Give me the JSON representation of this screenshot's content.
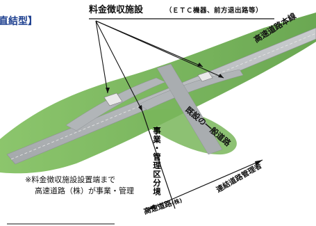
{
  "labels": {
    "heading": "直結型】",
    "title": "料金徴収施設",
    "title_note": "（ＥＴＣ機器、前方退出路等）",
    "mainline": "高速道路本線",
    "local_road": "既設の一般道路",
    "boundary": "事業・管理区分境",
    "note_line1": "※料金徴収施設設置端まで",
    "note_line2": "高速道路（株）が事業・管理",
    "operator_left": "高速道路",
    "operator_left_suffix": "(株)",
    "operator_right": "連結道路管理者"
  },
  "colors": {
    "heading": "#1d3f8f",
    "vegetation": "#6aa84f",
    "road": "#b9bcbf",
    "text": "#111111"
  }
}
